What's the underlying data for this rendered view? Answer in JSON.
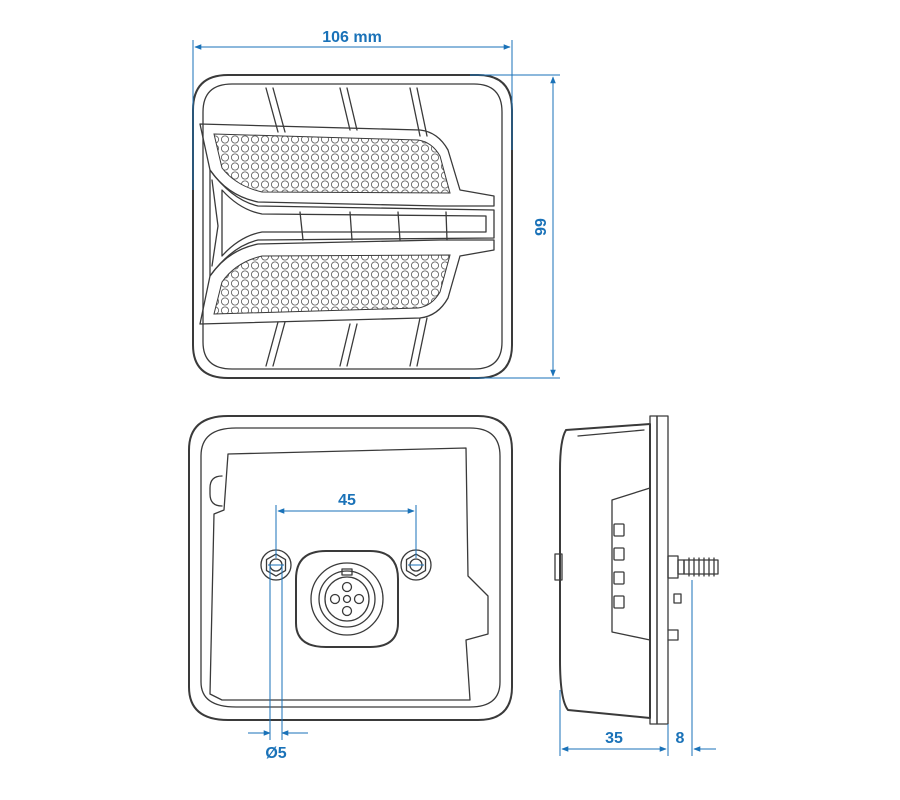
{
  "dimensions": {
    "width": "106 mm",
    "height": "99",
    "bolt_spacing": "45",
    "hole_diameter": "Ø5",
    "depth": "35",
    "stud_length": "8"
  },
  "colors": {
    "dimension": "#1a72b8",
    "outline": "#3a3a3a"
  }
}
